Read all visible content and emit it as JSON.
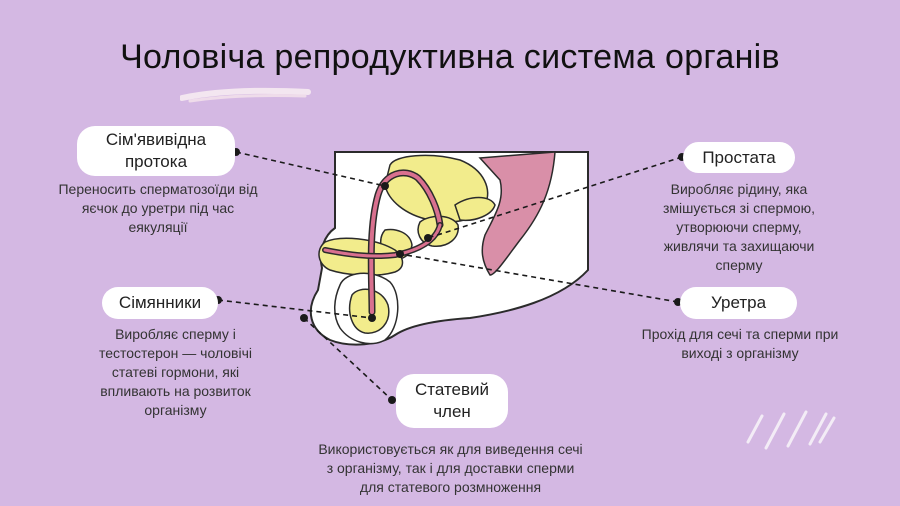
{
  "title": "Чоловіча репродуктивна система органів",
  "labels": {
    "seminal_duct": {
      "name": "Сім'явивідна протока",
      "description": "Переносить сперматозоїди від яєчок до уретри під час еякуляції"
    },
    "testes": {
      "name": "Сімянники",
      "description": "Виробляє сперму і тестостерон — чоловічі статеві гормони, які впливають на розвиток організму"
    },
    "penis": {
      "name": "Статевий член",
      "description": "Використовується як для виведення сечі з організму, так і для доставки сперми для статевого розмноження"
    },
    "prostate": {
      "name": "Простата",
      "description": "Виробляє рідину, яка змішується зі спермою, утворюючи сперму, живлячи та захищаючи сперму"
    },
    "urethra": {
      "name": "Уретра",
      "description": "Прохід для сечі та сперми при виході з організму"
    }
  },
  "colors": {
    "background": "#d4b8e3",
    "organ_yellow": "#f2ec8c",
    "organ_pink": "#d9708f",
    "rectum": "#d98fa8",
    "pill": "#ffffff"
  }
}
